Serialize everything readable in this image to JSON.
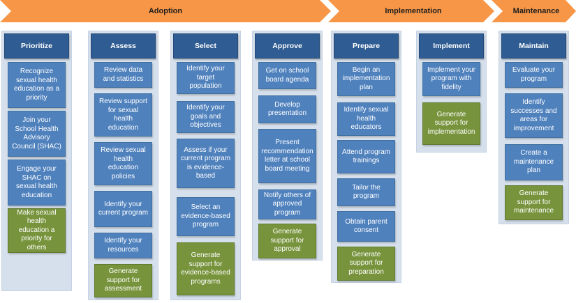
{
  "phases": [
    "Adoption",
    "Implementation",
    "Maintenance"
  ],
  "columns": [
    {
      "title": "Prioritize",
      "steps": [
        {
          "text": "Recognize sexual health education as a priority"
        },
        {
          "text": "Join your School Health Advisory Council (SHAC)"
        },
        {
          "text": "Engage your SHAC on sexual health education"
        },
        {
          "text": "Make sexual health education a priority for others",
          "green": true
        }
      ]
    },
    {
      "title": "Assess",
      "steps": [
        {
          "text": "Review data and statistics"
        },
        {
          "text": "Review support for sexual health education"
        },
        {
          "text": "Review sexual health education policies"
        },
        {
          "text": "Identify your current program"
        },
        {
          "text": "Identify your resources"
        },
        {
          "text": "Generate support for assessment",
          "green": true
        }
      ]
    },
    {
      "title": "Select",
      "steps": [
        {
          "text": "Identify your target population"
        },
        {
          "text": "Identify your goals and objectives"
        },
        {
          "text": "Assess if your current program is evidence-based"
        },
        {
          "text": "Select an evidence-based program"
        },
        {
          "text": "Generate support for evidence-based programs",
          "green": true
        }
      ]
    },
    {
      "title": "Approve",
      "steps": [
        {
          "text": "Get on school board agenda"
        },
        {
          "text": "Develop presentation"
        },
        {
          "text": "Present recommendation letter at school board meeting"
        },
        {
          "text": "Notify others of approved program"
        },
        {
          "text": "Generate support for approval",
          "green": true
        }
      ]
    },
    {
      "title": "Prepare",
      "steps": [
        {
          "text": "Begin an implementation plan"
        },
        {
          "text": "Identify sexual health educators"
        },
        {
          "text": "Attend program trainings"
        },
        {
          "text": "Tailor the program"
        },
        {
          "text": "Obtain parent consent"
        },
        {
          "text": "Generate support for preparation",
          "green": true
        }
      ]
    },
    {
      "title": "Implement",
      "steps": [
        {
          "text": "Implement your program with fidelity"
        },
        {
          "text": "Generate support for implementation",
          "green": true
        }
      ]
    },
    {
      "title": "Maintain",
      "steps": [
        {
          "text": "Evaluate your program"
        },
        {
          "text": "Identify successes and areas for improvement"
        },
        {
          "text": "Create a maintenance plan"
        },
        {
          "text": "Generate support for maintenance",
          "green": true
        }
      ]
    }
  ]
}
